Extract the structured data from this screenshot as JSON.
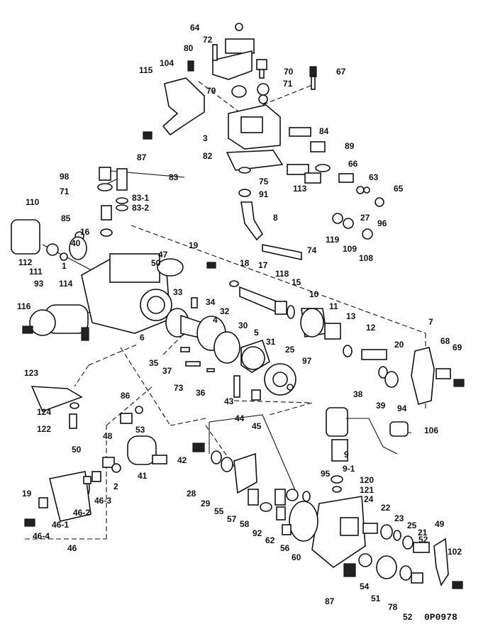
{
  "drawing_code": "0P0978",
  "callouts": [
    "64",
    "72",
    "80",
    "104",
    "70",
    "67",
    "115",
    "71",
    "79",
    "84",
    "3",
    "89",
    "87",
    "82",
    "66",
    "98",
    "83",
    "63",
    "65",
    "75",
    "113",
    "71",
    "83-1",
    "83-2",
    "91",
    "110",
    "85",
    "27",
    "96",
    "8",
    "16",
    "119",
    "109",
    "108",
    "40",
    "74",
    "112",
    "47",
    "19",
    "111",
    "1",
    "50",
    "18",
    "17",
    "93",
    "114",
    "118",
    "15",
    "116",
    "33",
    "34",
    "10",
    "11",
    "32",
    "4",
    "30",
    "13",
    "7",
    "6",
    "12",
    "5",
    "31",
    "25",
    "20",
    "68",
    "69",
    "35",
    "37",
    "97",
    "73",
    "36",
    "38",
    "39",
    "94",
    "43",
    "44",
    "123",
    "45",
    "86",
    "124",
    "53",
    "106",
    "122",
    "48",
    "42",
    "9",
    "50",
    "9-1",
    "41",
    "95",
    "2",
    "120",
    "28",
    "121",
    "19",
    "46-3",
    "29",
    "24",
    "22",
    "55",
    "57",
    "23",
    "46-2",
    "58",
    "25",
    "21",
    "49",
    "46-1",
    "92",
    "52",
    "62",
    "102",
    "46-4",
    "56",
    "60",
    "46",
    "54",
    "51",
    "78",
    "87",
    "52"
  ]
}
